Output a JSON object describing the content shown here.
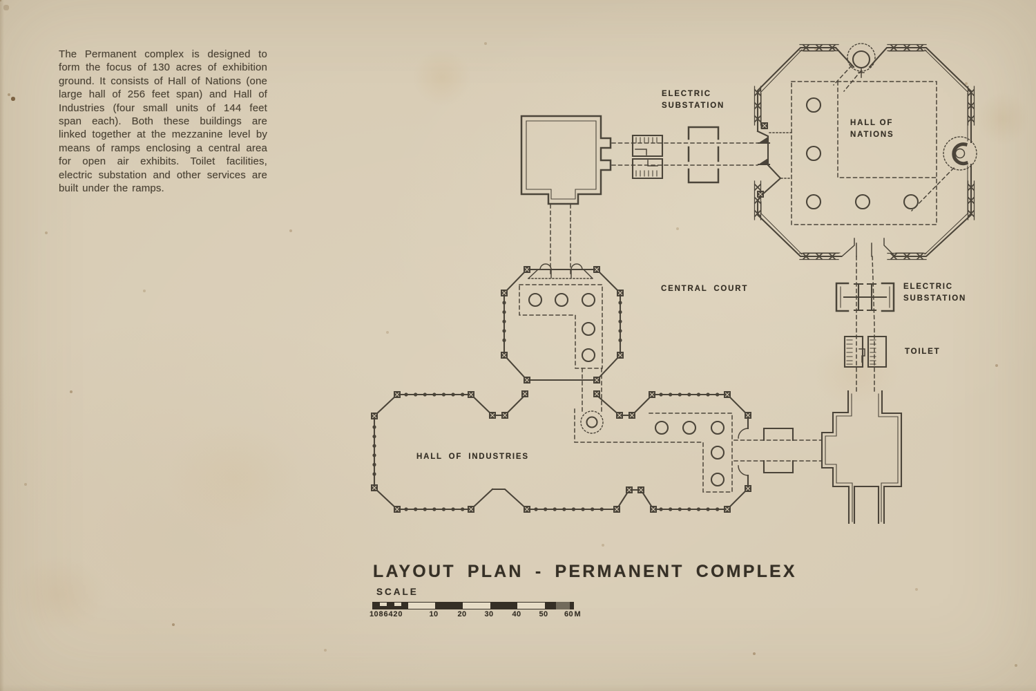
{
  "colors": {
    "paper": "#d8ccb5",
    "ink": "#3b352b"
  },
  "description": {
    "text": "The Permanent complex is designed to form the focus of 130 acres of exhibition ground.  It consists of Hall of Nations (one large hall of 256 feet span) and Hall of Industries (four small units of 144 feet span each). Both these buildings are linked together at the mezzanine level by means of ramps enclosing a central area for open air exhibits. Toilet facilities, electric substation and other services are built under the ramps."
  },
  "plan": {
    "labels": {
      "electric_substation_top": {
        "line1": "ELECTRIC",
        "line2": "SUBSTATION"
      },
      "hall_of_nations": {
        "line1": "HALL OF",
        "line2": "NATIONS"
      },
      "central_court": "CENTRAL COURT",
      "electric_substation_right": {
        "line1": "ELECTRIC",
        "line2": "SUBSTATION"
      },
      "toilet": "TOILET",
      "hall_of_industries": "HALL OF INDUSTRIES"
    }
  },
  "title_block": {
    "title": "LAYOUT PLAN - PERMANENT COMPLEX",
    "scale_label": "SCALE"
  },
  "scale_bar": {
    "sub_ticks": "10 8 6 4 2 0",
    "ticks": [
      "10",
      "20",
      "30",
      "40",
      "50"
    ],
    "end_tick": "60 M"
  }
}
